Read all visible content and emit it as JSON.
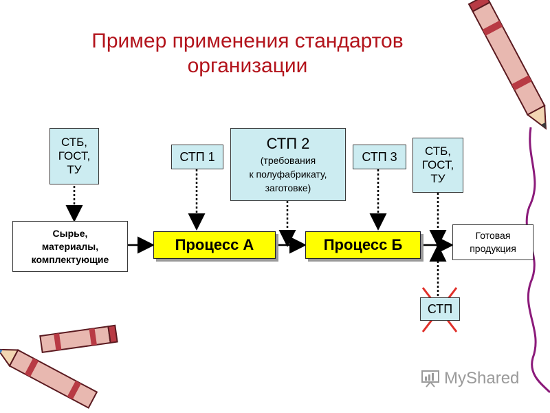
{
  "title": {
    "line1": "Пример применения стандартов",
    "line2": "организации"
  },
  "boxes": {
    "stb_gost_tu_left": {
      "line1": "СТБ,",
      "line2": "ГОСТ,",
      "line3": "ТУ"
    },
    "stp1": "СТП 1",
    "stp2": {
      "title": "СТП 2",
      "line1": "(требования",
      "line2": "к полуфабрикату,",
      "line3": "заготовке)"
    },
    "stp3": "СТП 3",
    "stb_gost_tu_right": {
      "line1": "СТБ,",
      "line2": "ГОСТ,",
      "line3": "ТУ"
    },
    "raw": {
      "line1": "Сырье,",
      "line2": "материалы,",
      "line3": "комплектующие"
    },
    "process_a": "Процесс А",
    "process_b": "Процесс Б",
    "product": {
      "line1": "Готовая",
      "line2": "продукция"
    },
    "stp_crossed": "СТП"
  },
  "watermark": "MyShared",
  "colors": {
    "title": "#b3141c",
    "standard_box": "#ccecf1",
    "process_box": "#ffff00",
    "cross": "#e0302a",
    "pencil_body": "#e8b8b0",
    "pencil_stripe": "#b83a44",
    "scribble": "#8b1a7a"
  },
  "icons": [
    "pencil-icon",
    "presentation-board-icon"
  ]
}
